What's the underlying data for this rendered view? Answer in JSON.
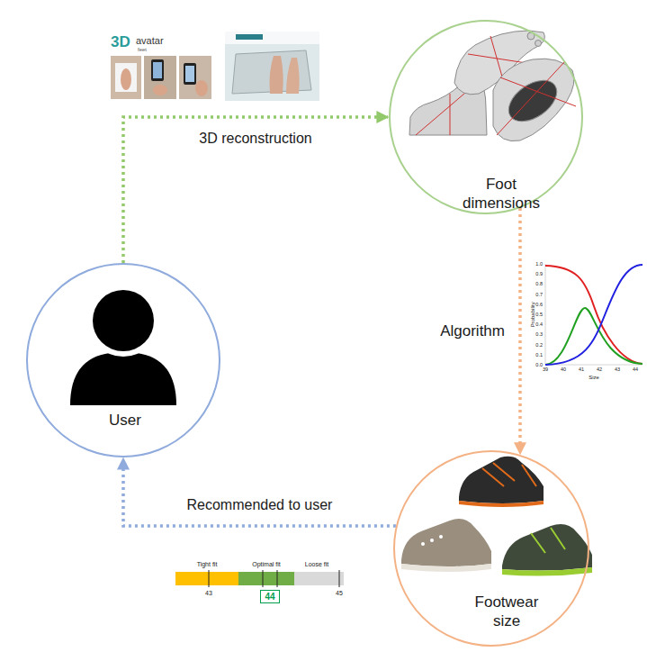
{
  "diagram": {
    "nodes": [
      {
        "text": [
          "User"
        ]
      },
      {
        "text": [
          "Foot dimensions"
        ]
      },
      {
        "text": [
          "Footwear size"
        ]
      }
    ],
    "edges": [
      {
        "from": 0,
        "to": 1,
        "label": "3D reconstruction",
        "arrow": "to"
      },
      {
        "from": 1,
        "to": 2,
        "label": "Algorithm",
        "arrow": "to"
      },
      {
        "from": 2,
        "to": 0,
        "label": "Recommended to user",
        "arrow": "to"
      }
    ],
    "labels": [
      "3D",
      "avatar",
      "feet",
      "Probability",
      "Size",
      "1.0",
      "0.9",
      "0.8",
      "0.7",
      "0.6",
      "0.5",
      "0.4",
      "0.3",
      "0.2",
      "0.1",
      "0.0",
      "39",
      "40",
      "41",
      "42",
      "43",
      "44",
      "Tight fit",
      "Optimal fit",
      "Loose fit",
      "43",
      "44",
      "45"
    ]
  }
}
